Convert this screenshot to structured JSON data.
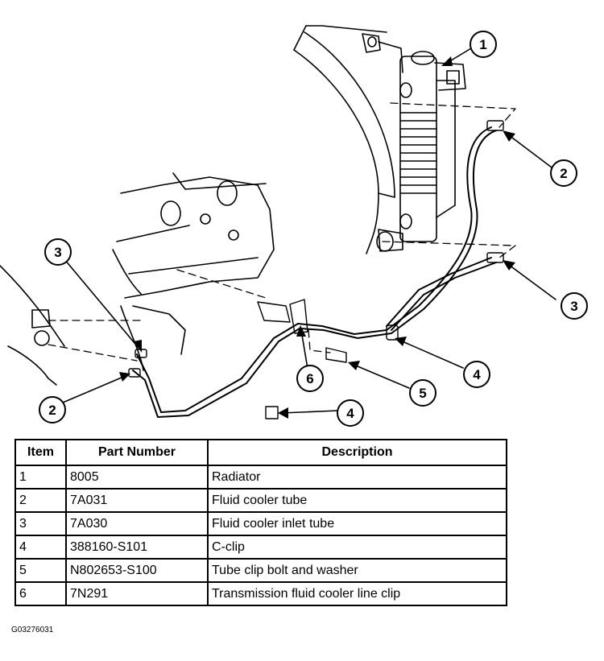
{
  "callouts": [
    "1",
    "2",
    "3",
    "4",
    "5",
    "6"
  ],
  "table": {
    "headers": [
      "Item",
      "Part Number",
      "Description"
    ],
    "rows": [
      {
        "item": "1",
        "part": "8005",
        "desc": "Radiator"
      },
      {
        "item": "2",
        "part": "7A031",
        "desc": "Fluid cooler tube"
      },
      {
        "item": "3",
        "part": "7A030",
        "desc": "Fluid cooler inlet tube"
      },
      {
        "item": "4",
        "part": "388160-S101",
        "desc": "C-clip"
      },
      {
        "item": "5",
        "part": "N802653-S100",
        "desc": "Tube clip bolt and washer"
      },
      {
        "item": "6",
        "part": "7N291",
        "desc": "Transmission fluid cooler line clip"
      }
    ]
  },
  "figure_id": "G03276031"
}
